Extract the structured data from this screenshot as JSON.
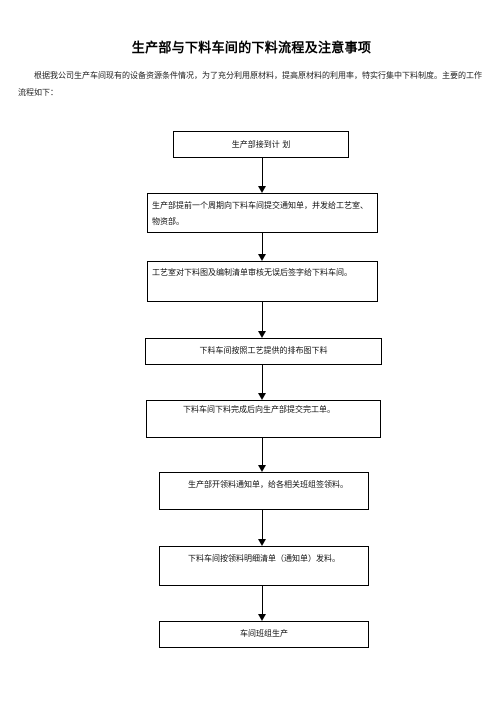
{
  "document": {
    "title": "生产部与下料车间的下料流程及注意事项",
    "intro": "根据我公司生产车间现有的设备资源条件情况，为了充分利用原材料，提高原材料的利用率，特实行集中下料制度。主要的工作流程如下："
  },
  "flow": {
    "steps": [
      "生产部接到计 划",
      "生产部提前一个周期向下料车间提交通知单，并发给工艺室、物资部。",
      "工艺室对下料图及编制清单审核无误后签字给下料车间。",
      "下料车间按照工艺提供的排布图下料",
      "下料车间下料完成后向生产部提交完工单。",
      "生产部开领料通知单，给各相关班组签领料。",
      "下料车间按领料明细清单（通知单）发料。",
      "车间班组生产"
    ]
  }
}
